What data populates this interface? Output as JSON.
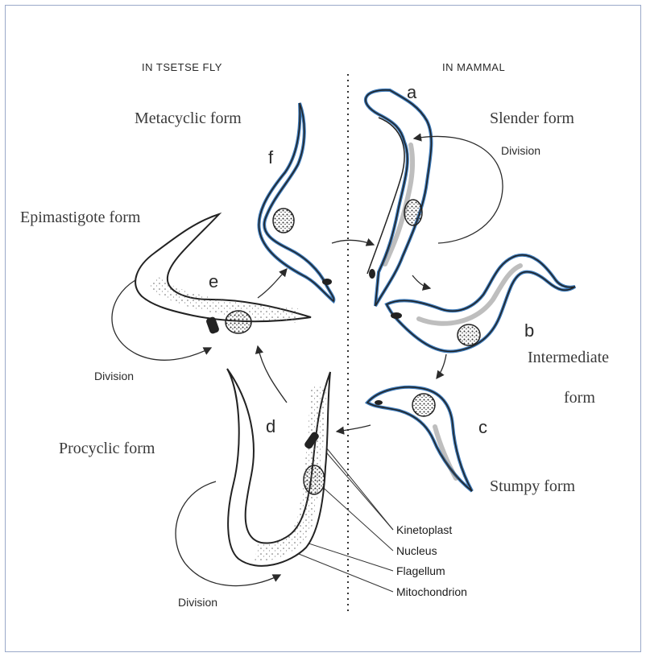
{
  "headers": {
    "tsetse": "IN TSETSE FLY",
    "mammal": "IN MAMMAL"
  },
  "forms": {
    "metacyclic": "Metacyclic form",
    "slender": "Slender form",
    "epimastigote": "Epimastigote  form",
    "intermediate_1": "Intermediate",
    "intermediate_2": "form",
    "procyclic": "Procyclic  form",
    "stumpy": "Stumpy form"
  },
  "letters": {
    "a": "a",
    "b": "b",
    "c": "c",
    "d": "d",
    "e": "e",
    "f": "f"
  },
  "division_labels": {
    "slender": "Division",
    "epimastigote": "Division",
    "procyclic": "Division"
  },
  "legend": [
    "Kinetoplast",
    "Nucleus",
    "Flagellum",
    "Mitochondrion"
  ],
  "colors": {
    "outline": "#2b2b2b",
    "membrane_mammal": "#3a78b8",
    "frame": "#9aa9c9"
  }
}
